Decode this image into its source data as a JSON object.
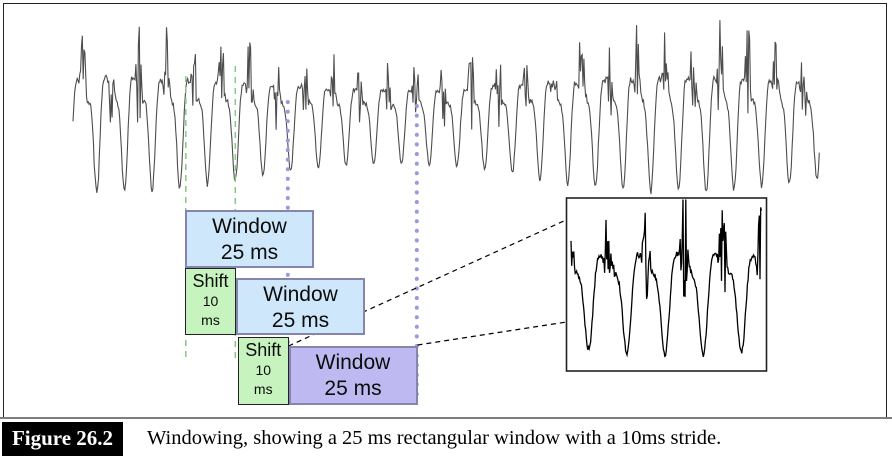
{
  "figure_label": "Figure 26.2",
  "caption": "Windowing, showing a 25 ms rectangular window with a 10ms stride.",
  "window_boxes": [
    {
      "title": "Window",
      "duration": "25 ms",
      "variant": "blue"
    },
    {
      "title": "Window",
      "duration": "25 ms",
      "variant": "blue"
    },
    {
      "title": "Window",
      "duration": "25 ms",
      "variant": "purple"
    }
  ],
  "shift_boxes": [
    {
      "title": "Shift",
      "amount": "10",
      "unit": "ms"
    },
    {
      "title": "Shift",
      "amount": "10",
      "unit": "ms"
    }
  ],
  "colors": {
    "window_blue_fill": "#cfe7fa",
    "window_purple_fill": "#beb9f0",
    "window_border": "#8585ad",
    "shift_fill": "#c6f3be",
    "shift_border": "#222222",
    "green_guide": "#85c785",
    "purple_guide": "#9a99dc",
    "waveform_stroke": "#4d4d4d",
    "zoom_wave_stroke": "#000000",
    "connector": "#000000",
    "frame_border": "#222222",
    "caption_divider": "#7e7e7e",
    "figure_label_bg": "#000000",
    "figure_label_fg": "#ffffff"
  }
}
